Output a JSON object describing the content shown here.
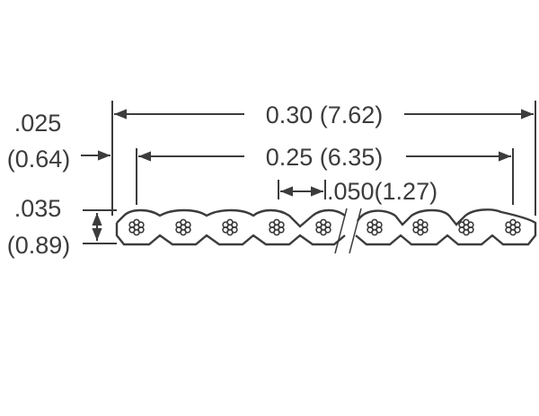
{
  "diagram": {
    "type": "flat ribbon cable cross-section dimension drawing",
    "colors": {
      "line": "#3c3c3c",
      "background": "#ffffff"
    },
    "dimensions": {
      "overall_width": {
        "inch": "0.30",
        "mm": "(7.62)",
        "label": "0.30 (7.62)"
      },
      "conductor_span": {
        "inch": "0.25",
        "mm": "(6.35)",
        "label": "0.25 (6.35)"
      },
      "pitch": {
        "label": ".050(1.27)"
      },
      "edge_margin": {
        "inch": ".025",
        "mm": "(0.64)"
      },
      "thickness": {
        "inch": ".035",
        "mm": "(0.89)"
      }
    },
    "conductors": {
      "count_left": 5,
      "count_right": 4,
      "strands_per_conductor": 7,
      "break_symbol": "double slash"
    }
  }
}
